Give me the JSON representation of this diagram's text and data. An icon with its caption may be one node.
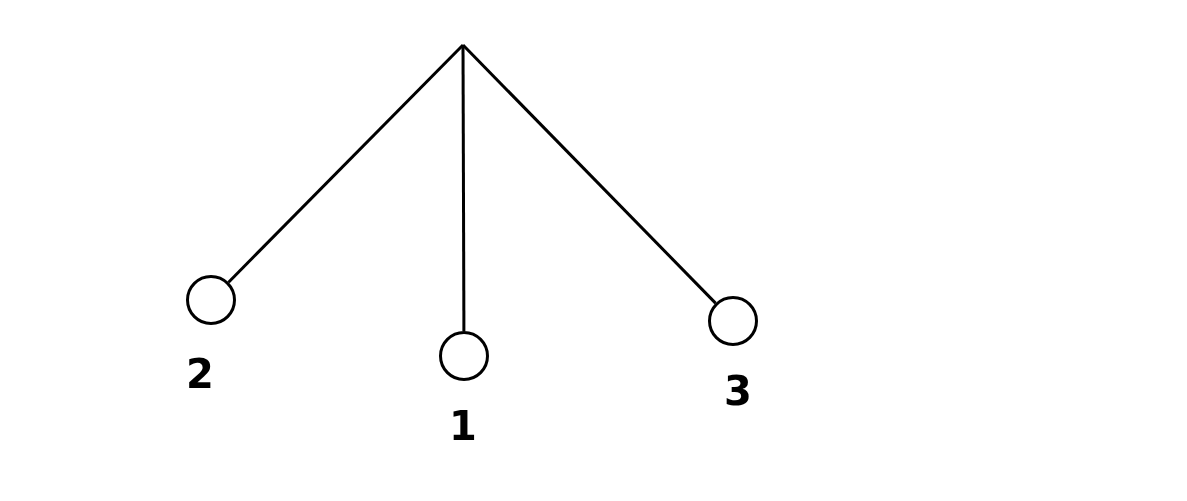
{
  "diagram": {
    "nodes": [
      {
        "text": [],
        "shape": "circle",
        "beside": [
          "2"
        ]
      },
      {
        "text": [],
        "shape": "circle",
        "beside": [
          "1"
        ]
      },
      {
        "text": [],
        "shape": "circle",
        "beside": [
          "3"
        ]
      }
    ],
    "edges": [
      {
        "from": null,
        "to": 0,
        "arrow": "none"
      },
      {
        "from": null,
        "to": 1,
        "arrow": "none"
      },
      {
        "from": null,
        "to": 2,
        "arrow": "none"
      }
    ]
  }
}
